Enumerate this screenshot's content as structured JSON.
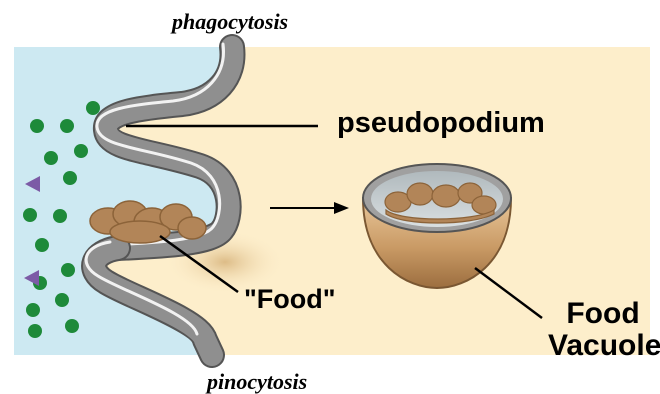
{
  "titles": {
    "top": "phagocytosis",
    "bottom": "pinocytosis"
  },
  "labels": {
    "pseudopodium": "pseudopodium",
    "food": "\"Food\"",
    "food_vacuole": "Food Vacuole"
  },
  "colors": {
    "extracellular": "#cde9f2",
    "cytoplasm": "#fdeecb",
    "membrane_fill": "#8f8f8f",
    "membrane_edge": "#555555",
    "membrane_highlight": "#f2f2f2",
    "food_particle": "#b28558",
    "dot": "#1e8a3a",
    "triangle": "#7c5ba6"
  }
}
